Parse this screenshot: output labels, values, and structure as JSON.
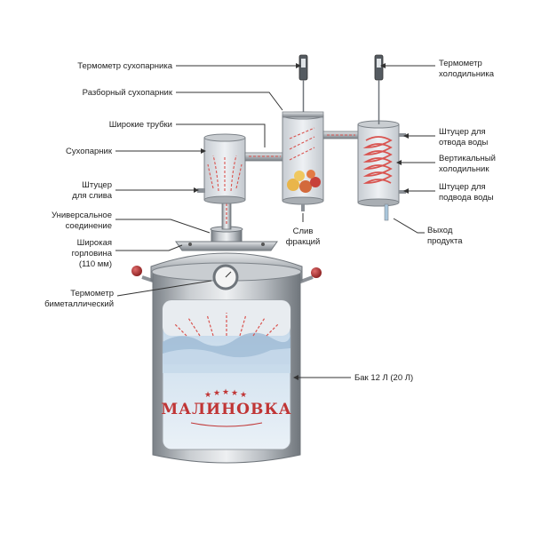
{
  "labels": {
    "thermo_dry": "Термометр сухопарника",
    "collapsible_dry": "Разборный сухопарник",
    "wide_tubes": "Широкие трубки",
    "dry_steamer": "Сухопарник",
    "drain_fitting_1": "Штуцер",
    "drain_fitting_2": "для слива",
    "universal_1": "Универсальное",
    "universal_2": "соединение",
    "neck_1": "Широкая",
    "neck_2": "горловина",
    "neck_3": "(110 мм)",
    "bimetal_1": "Термометр",
    "bimetal_2": "биметаллический",
    "thermo_cooler_1": "Термометр",
    "thermo_cooler_2": "холодильника",
    "water_out_1": "Штуцер для",
    "water_out_2": "отвода воды",
    "vertical_cooler_1": "Вертикальный",
    "vertical_cooler_2": "холодильник",
    "water_in_1": "Штуцер для",
    "water_in_2": "подвода воды",
    "fraction_drain_1": "Слив",
    "fraction_drain_2": "фракций",
    "product_out_1": "Выход",
    "product_out_2": "продукта",
    "tank": "Бак 12 Л (20 Л)",
    "brand": "МАЛИНОВКА"
  },
  "colors": {
    "metal_light": "#d9dcdf",
    "metal_mid": "#a9aeb3",
    "metal_dark": "#6f757b",
    "steam": "#d9534f",
    "knob": "#b03030",
    "brand": "#c03535"
  },
  "icons": {
    "thermometer": "thermometer-icon",
    "stars": "star-icon"
  }
}
